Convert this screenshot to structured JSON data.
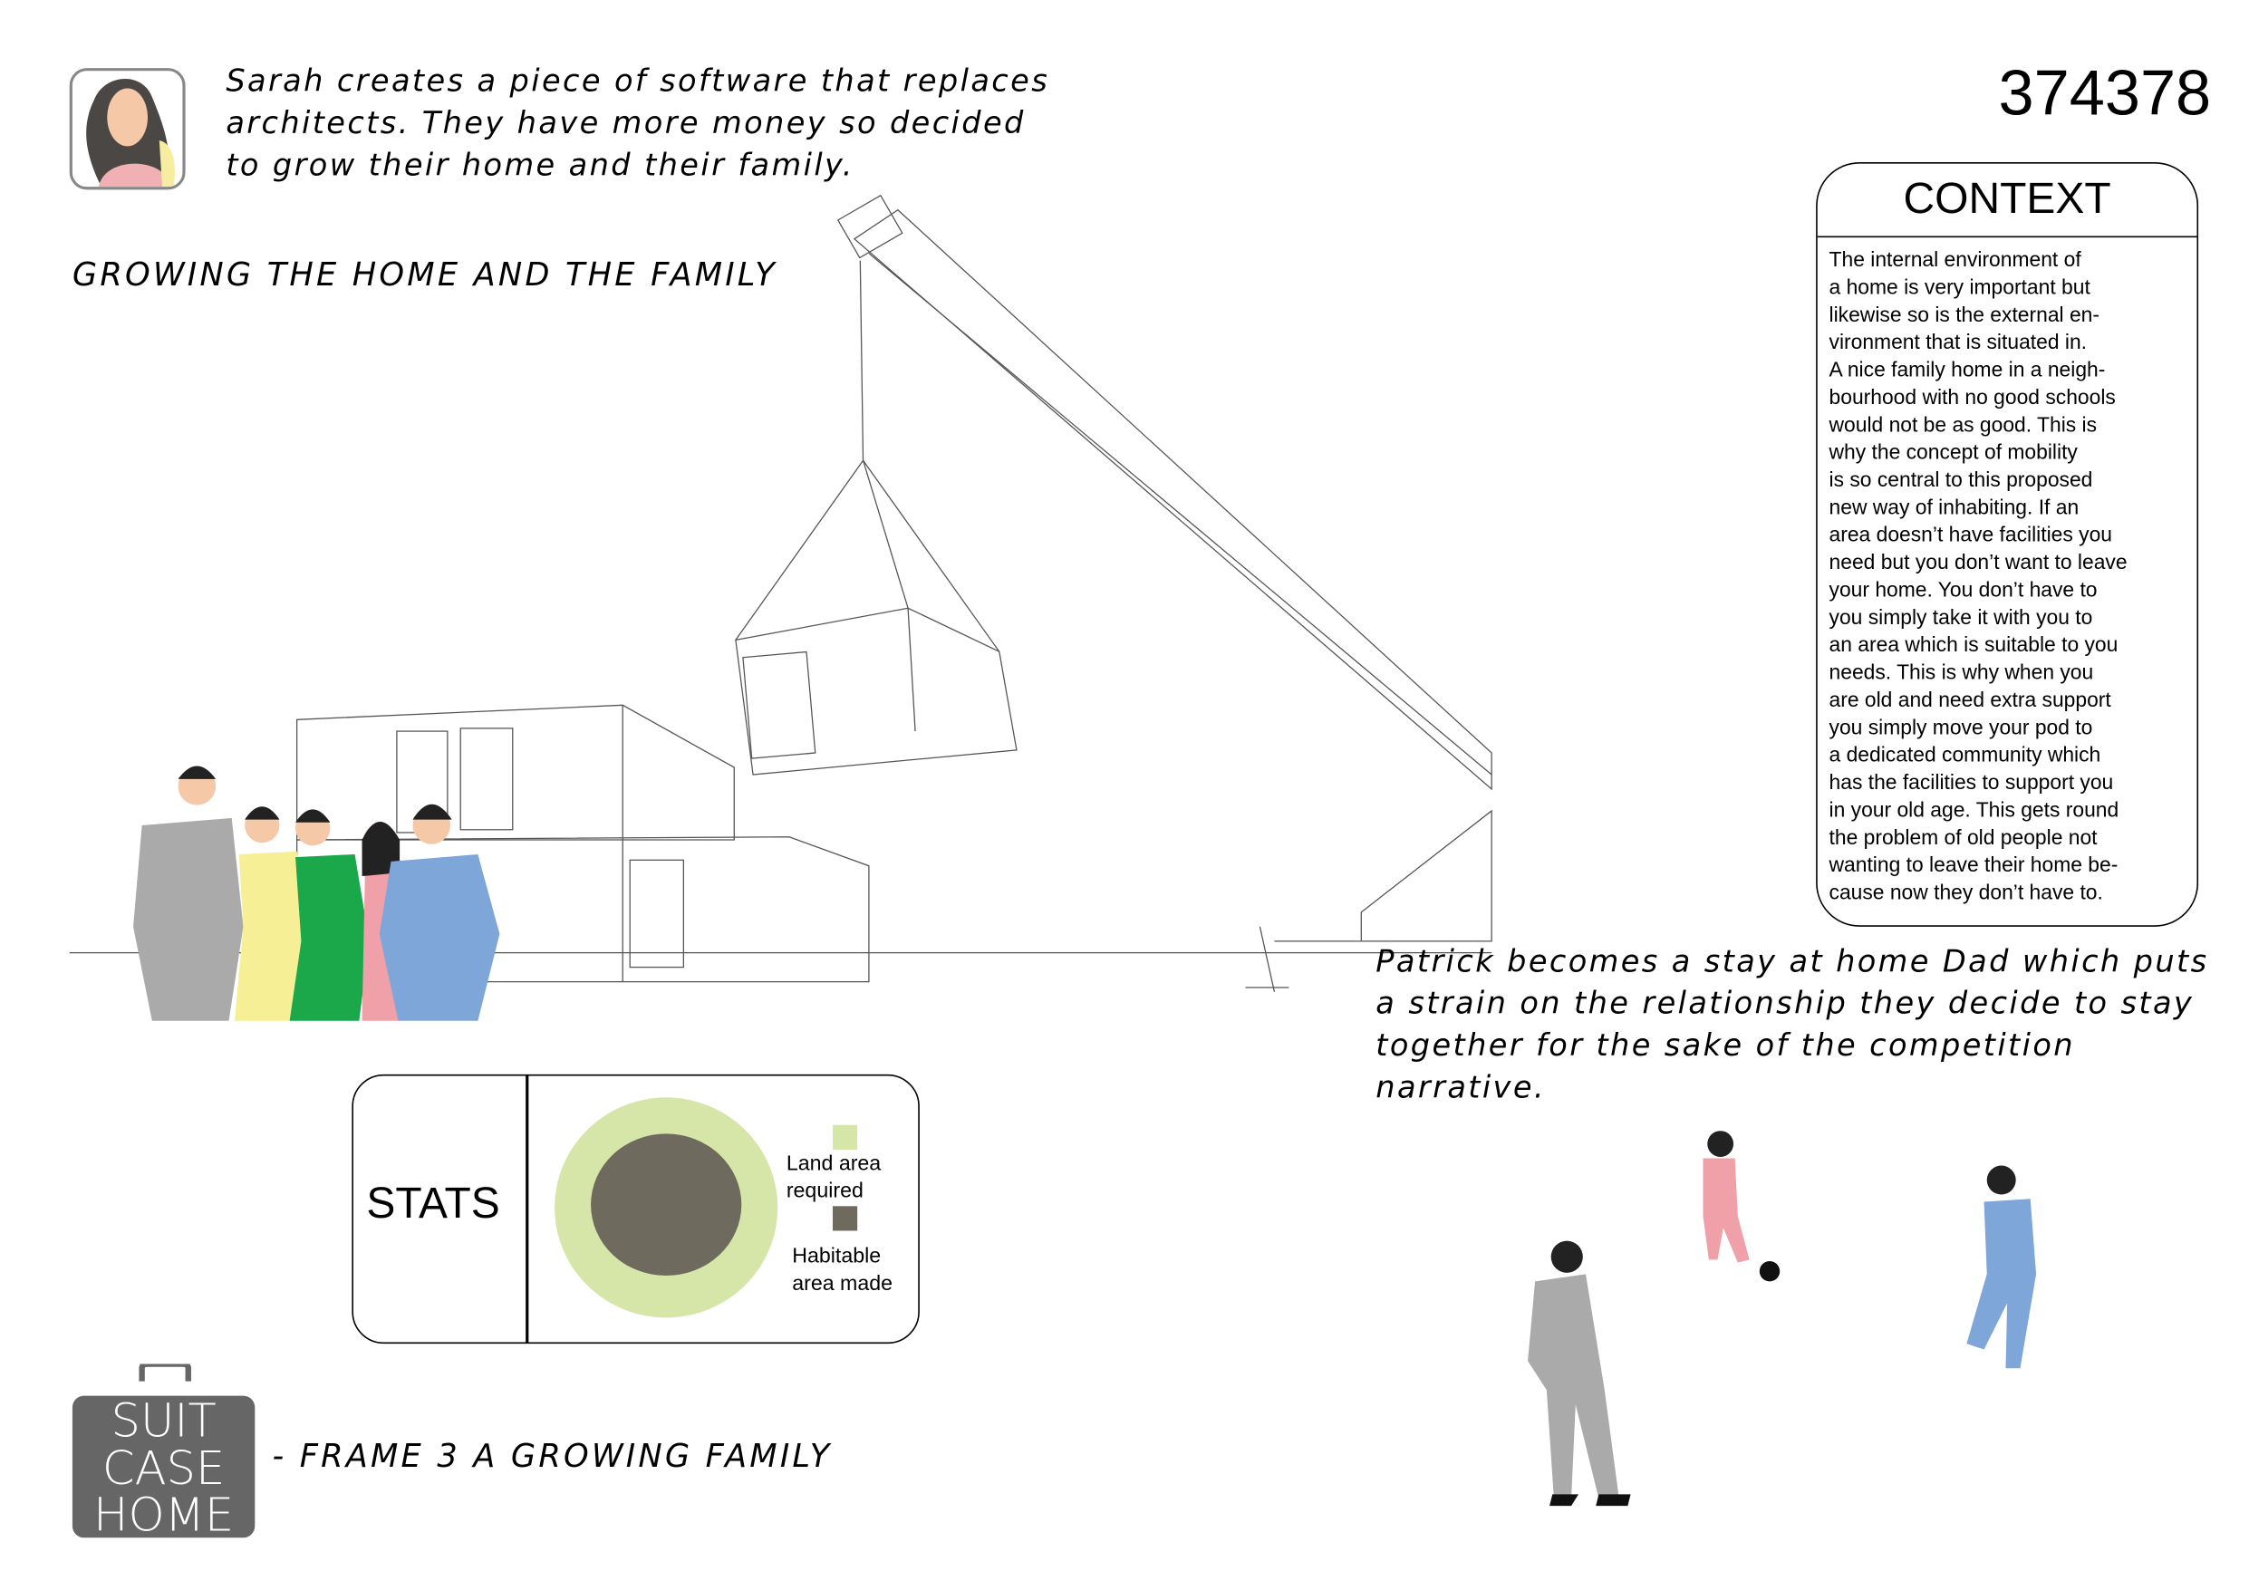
{
  "header": {
    "intro": "Sarah creates a piece of software that replaces architects. They have more money so decided to grow their home and their family.",
    "title": "GROWING THE HOME AND THE FAMILY",
    "number": "374378"
  },
  "context": {
    "heading": "CONTEXT",
    "body": "The internal environment of\na home is very important but\nlikewise so is the external en-\nvironment that is situated in.\nA nice family home in a neigh-\nbourhood with no good schools\nwould not be as good. This is\nwhy the concept of mobility\nis so central to this proposed\nnew way of inhabiting. If an\narea doesn’t have facilities you\nneed but you don’t want to leave\nyour home. You don’t have to\nyou simply take it with you to\nan area which is suitable to you\nneeds. This is why when you\nare old and need extra support\nyou simply move your pod to\na dedicated community which\nhas the facilities to support you\nin your old age. This gets round\nthe problem of old people not\nwanting to leave their home be-\ncause now they don’t have to."
  },
  "narrative": {
    "patrick": "Patrick becomes a stay at home Dad which puts a strain on the relationship they decide to stay together for the sake of the competition narrative."
  },
  "stats": {
    "label": "STATS",
    "legend": [
      {
        "label": "Land area required",
        "color": "#d6e5a8"
      },
      {
        "label": "Habitable area made",
        "color": "#6f6a5e"
      }
    ]
  },
  "footer": {
    "logo_text": "SUIT CASE HOME",
    "frame_label": "- FRAME 3 A GROWING FAMILY"
  }
}
